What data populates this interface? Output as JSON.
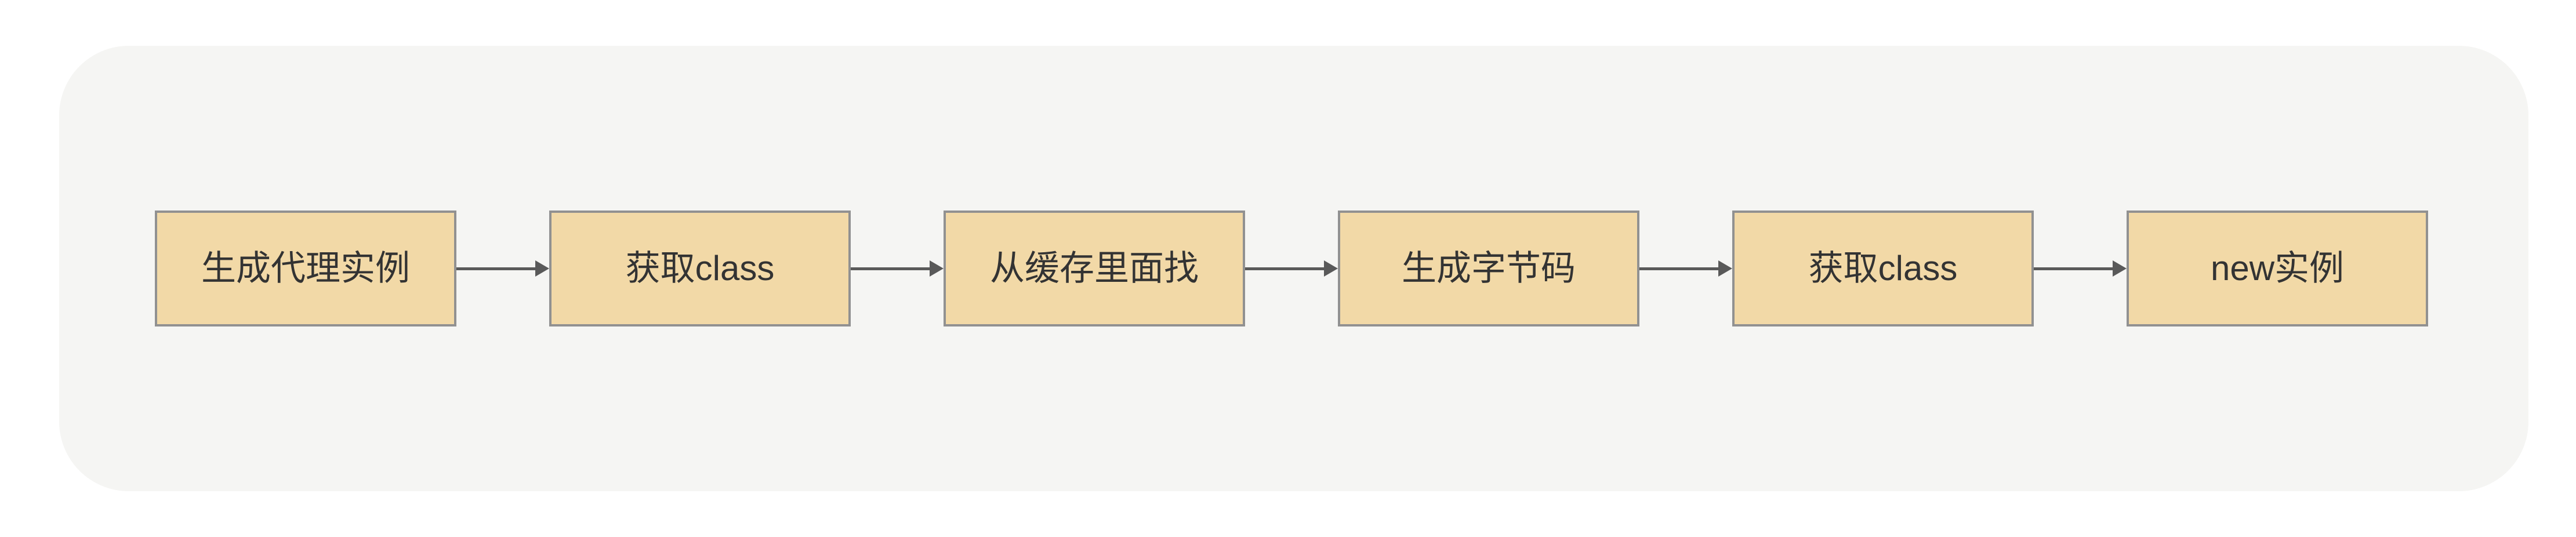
{
  "colors": {
    "page-bg": "#ffffff",
    "panel-bg": "#f5f5f3",
    "node-fill": "#f2d9a7",
    "node-border": "#919191",
    "node-text": "#333333",
    "arrow": "#595959"
  },
  "flowchart": {
    "type": "horizontal-process-flow",
    "direction": "left-to-right",
    "nodes": [
      {
        "label": "生成代理实例"
      },
      {
        "label": "获取class"
      },
      {
        "label": "从缓存里面找"
      },
      {
        "label": "生成字节码"
      },
      {
        "label": "获取class"
      },
      {
        "label": "new实例"
      }
    ],
    "edges": [
      {
        "from": 0,
        "to": 1,
        "style": "solid-arrow"
      },
      {
        "from": 1,
        "to": 2,
        "style": "solid-arrow"
      },
      {
        "from": 2,
        "to": 3,
        "style": "solid-arrow"
      },
      {
        "from": 3,
        "to": 4,
        "style": "solid-arrow"
      },
      {
        "from": 4,
        "to": 5,
        "style": "solid-arrow"
      }
    ]
  }
}
